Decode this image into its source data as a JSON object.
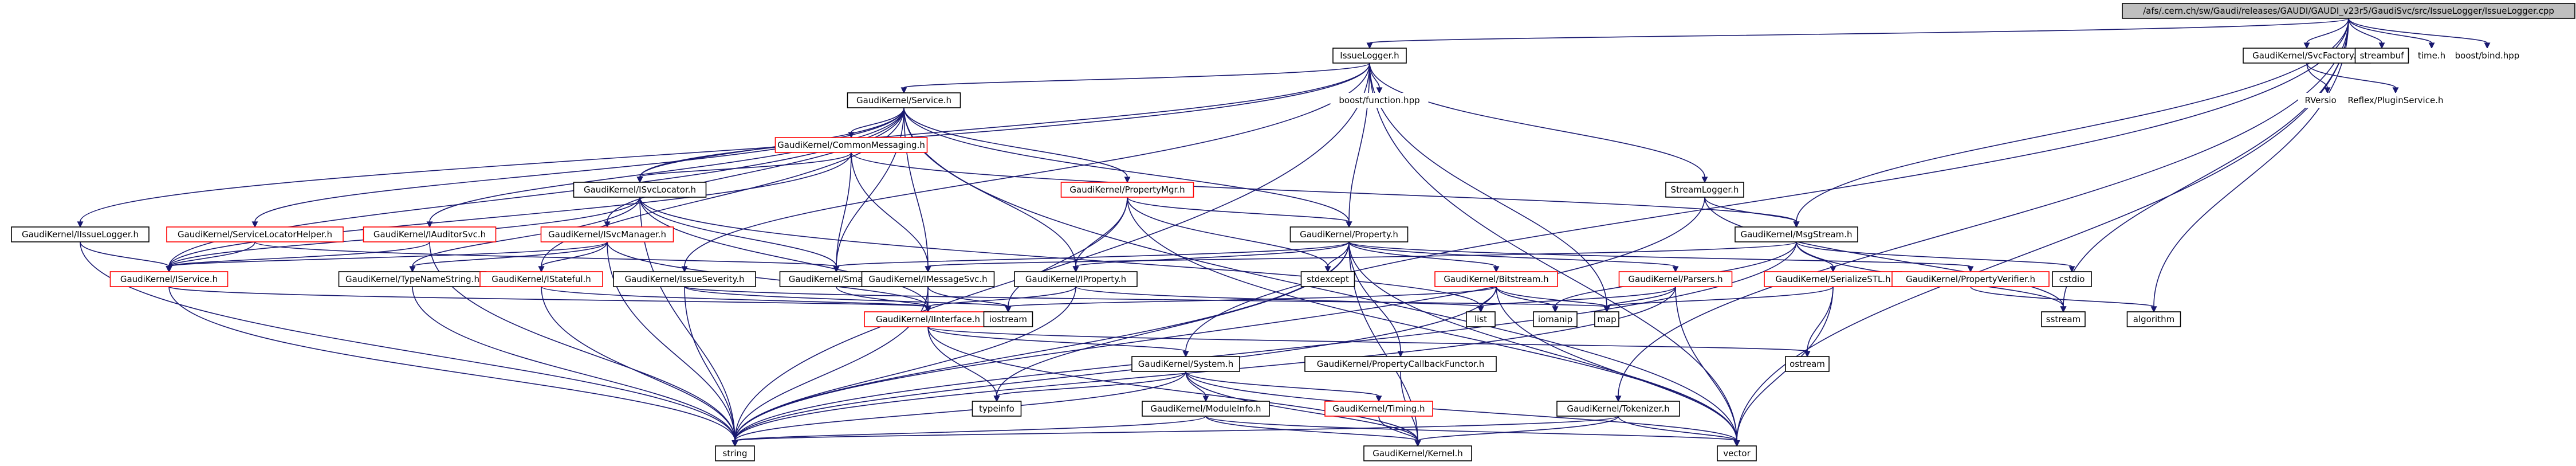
{
  "graph": {
    "type": "include-dependency-graph",
    "colors": {
      "edge": "#191970",
      "node_border": "#000000",
      "node_border_missing": "#ff0000",
      "root_fill": "#bfbfbf"
    },
    "nodes": [
      {
        "id": "root",
        "label": "/afs/.cern.ch/sw/Gaudi/releases/GAUDI/GAUDI_v23r5/GaudiSvc/src/IssueLogger/IssueLogger.cpp",
        "style": "root"
      },
      {
        "id": "issuelogger_h",
        "label": "IssueLogger.h",
        "style": "normal"
      },
      {
        "id": "svcfactory_h",
        "label": "GaudiKernel/SvcFactory.h",
        "style": "normal"
      },
      {
        "id": "streambuf",
        "label": "streambuf",
        "style": "normal"
      },
      {
        "id": "time_h",
        "label": "time.h",
        "style": "noborder"
      },
      {
        "id": "boost_bind",
        "label": "boost/bind.hpp",
        "style": "noborder"
      },
      {
        "id": "service_h",
        "label": "GaudiKernel/Service.h",
        "style": "normal"
      },
      {
        "id": "boost_function",
        "label": "boost/function.hpp",
        "style": "noborder"
      },
      {
        "id": "rversion",
        "label": "RVersion.h",
        "style": "noborder"
      },
      {
        "id": "pluginservice",
        "label": "Reflex/PluginService.h",
        "style": "noborder"
      },
      {
        "id": "commonmessaging",
        "label": "GaudiKernel/CommonMessaging.h",
        "style": "red"
      },
      {
        "id": "isvclocator",
        "label": "GaudiKernel/ISvcLocator.h",
        "style": "normal"
      },
      {
        "id": "propertymgr",
        "label": "GaudiKernel/PropertyMgr.h",
        "style": "red"
      },
      {
        "id": "streamlogger",
        "label": "StreamLogger.h",
        "style": "normal"
      },
      {
        "id": "iissuelogger",
        "label": "GaudiKernel/IIssueLogger.h",
        "style": "normal"
      },
      {
        "id": "iservicelocatorhelper",
        "label": "GaudiKernel/ServiceLocatorHelper.h",
        "style": "red"
      },
      {
        "id": "iauditorsvc",
        "label": "GaudiKernel/IAuditorSvc.h",
        "style": "red"
      },
      {
        "id": "isvcmanager",
        "label": "GaudiKernel/ISvcManager.h",
        "style": "red"
      },
      {
        "id": "property_h",
        "label": "GaudiKernel/Property.h",
        "style": "normal"
      },
      {
        "id": "msgstream",
        "label": "GaudiKernel/MsgStream.h",
        "style": "normal"
      },
      {
        "id": "iservice",
        "label": "GaudiKernel/IService.h",
        "style": "red"
      },
      {
        "id": "smartif",
        "label": "GaudiKernel/SmartIF.h",
        "style": "normal"
      },
      {
        "id": "typenamestring",
        "label": "GaudiKernel/TypeNameString.h",
        "style": "normal"
      },
      {
        "id": "istateful",
        "label": "GaudiKernel/IStateful.h",
        "style": "red"
      },
      {
        "id": "issueseverity",
        "label": "GaudiKernel/IssueSeverity.h",
        "style": "normal"
      },
      {
        "id": "imessagesvc",
        "label": "GaudiKernel/IMessageSvc.h",
        "style": "normal"
      },
      {
        "id": "iproperty",
        "label": "GaudiKernel/IProperty.h",
        "style": "normal"
      },
      {
        "id": "stdexcept",
        "label": "stdexcept",
        "style": "normal"
      },
      {
        "id": "bitstream",
        "label": "GaudiKernel/Bitstream.h",
        "style": "red"
      },
      {
        "id": "parsers",
        "label": "GaudiKernel/Parsers.h",
        "style": "red"
      },
      {
        "id": "serializestl",
        "label": "GaudiKernel/SerializeSTL.h",
        "style": "red"
      },
      {
        "id": "propertyverifier",
        "label": "GaudiKernel/PropertyVerifier.h",
        "style": "red"
      },
      {
        "id": "cstdio",
        "label": "cstdio",
        "style": "normal"
      },
      {
        "id": "iinterface",
        "label": "GaudiKernel/IInterface.h",
        "style": "red"
      },
      {
        "id": "iostream",
        "label": "iostream",
        "style": "normal"
      },
      {
        "id": "list",
        "label": "list",
        "style": "normal"
      },
      {
        "id": "iomanip",
        "label": "iomanip",
        "style": "normal"
      },
      {
        "id": "map",
        "label": "map",
        "style": "normal"
      },
      {
        "id": "sstream",
        "label": "sstream",
        "style": "normal"
      },
      {
        "id": "algorithm",
        "label": "algorithm",
        "style": "normal"
      },
      {
        "id": "propertycallback",
        "label": "GaudiKernel/PropertyCallbackFunctor.h",
        "style": "normal"
      },
      {
        "id": "ostream",
        "label": "ostream",
        "style": "normal"
      },
      {
        "id": "system_h",
        "label": "GaudiKernel/System.h",
        "style": "normal"
      },
      {
        "id": "typeinfo",
        "label": "typeinfo",
        "style": "normal"
      },
      {
        "id": "moduleinfo",
        "label": "GaudiKernel/ModuleInfo.h",
        "style": "normal"
      },
      {
        "id": "timing",
        "label": "GaudiKernel/Timing.h",
        "style": "red"
      },
      {
        "id": "tokenizer",
        "label": "GaudiKernel/Tokenizer.h",
        "style": "normal"
      },
      {
        "id": "string",
        "label": "string",
        "style": "normal"
      },
      {
        "id": "kernel_h",
        "label": "GaudiKernel/Kernel.h",
        "style": "normal"
      },
      {
        "id": "vector",
        "label": "vector",
        "style": "normal"
      }
    ],
    "edges": [
      [
        "root",
        "issuelogger_h"
      ],
      [
        "root",
        "svcfactory_h"
      ],
      [
        "root",
        "streambuf"
      ],
      [
        "root",
        "time_h"
      ],
      [
        "root",
        "boost_bind"
      ],
      [
        "root",
        "msgstream"
      ],
      [
        "root",
        "system_h"
      ],
      [
        "root",
        "algorithm"
      ],
      [
        "root",
        "sstream"
      ],
      [
        "root",
        "vector"
      ],
      [
        "root",
        "tokenizer"
      ],
      [
        "issuelogger_h",
        "service_h"
      ],
      [
        "issuelogger_h",
        "boost_function"
      ],
      [
        "issuelogger_h",
        "streamlogger"
      ],
      [
        "issuelogger_h",
        "iissuelogger"
      ],
      [
        "issuelogger_h",
        "isvclocator"
      ],
      [
        "issuelogger_h",
        "property_h"
      ],
      [
        "issuelogger_h",
        "map"
      ],
      [
        "issuelogger_h",
        "string"
      ],
      [
        "issuelogger_h",
        "issueseverity"
      ],
      [
        "issuelogger_h",
        "vector"
      ],
      [
        "svcfactory_h",
        "rversion"
      ],
      [
        "svcfactory_h",
        "pluginservice"
      ],
      [
        "service_h",
        "commonmessaging"
      ],
      [
        "service_h",
        "isvclocator"
      ],
      [
        "service_h",
        "propertymgr"
      ],
      [
        "service_h",
        "iservicelocatorhelper"
      ],
      [
        "service_h",
        "iauditorsvc"
      ],
      [
        "service_h",
        "isvcmanager"
      ],
      [
        "service_h",
        "property_h"
      ],
      [
        "service_h",
        "iservice"
      ],
      [
        "service_h",
        "smartif"
      ],
      [
        "service_h",
        "istateful"
      ],
      [
        "service_h",
        "imessagesvc"
      ],
      [
        "service_h",
        "iproperty"
      ],
      [
        "service_h",
        "vector"
      ],
      [
        "commonmessaging",
        "msgstream"
      ],
      [
        "commonmessaging",
        "imessagesvc"
      ],
      [
        "commonmessaging",
        "isvclocator"
      ],
      [
        "commonmessaging",
        "smartif"
      ],
      [
        "commonmessaging",
        "iservice"
      ],
      [
        "isvclocator",
        "iinterface"
      ],
      [
        "isvclocator",
        "smartif"
      ],
      [
        "isvclocator",
        "iservice"
      ],
      [
        "isvclocator",
        "list"
      ],
      [
        "isvclocator",
        "string"
      ],
      [
        "isvclocator",
        "typenamestring"
      ],
      [
        "propertymgr",
        "property_h"
      ],
      [
        "propertymgr",
        "iproperty"
      ],
      [
        "propertymgr",
        "stdexcept"
      ],
      [
        "propertymgr",
        "iostream"
      ],
      [
        "propertymgr",
        "vector"
      ],
      [
        "streamlogger",
        "msgstream"
      ],
      [
        "streamlogger",
        "sstream"
      ],
      [
        "streamlogger",
        "string"
      ],
      [
        "iissuelogger",
        "iservice"
      ],
      [
        "iissuelogger",
        "string"
      ],
      [
        "iservicelocatorhelper",
        "iservice"
      ],
      [
        "iservicelocatorhelper",
        "smartif"
      ],
      [
        "iauditorsvc",
        "iservice"
      ],
      [
        "iauditorsvc",
        "string"
      ],
      [
        "isvcmanager",
        "iservice"
      ],
      [
        "isvcmanager",
        "istateful"
      ],
      [
        "isvcmanager",
        "iinterface"
      ],
      [
        "isvcmanager",
        "typenamestring"
      ],
      [
        "isvcmanager",
        "string"
      ],
      [
        "property_h",
        "smartif"
      ],
      [
        "property_h",
        "stdexcept"
      ],
      [
        "property_h",
        "bitstream"
      ],
      [
        "property_h",
        "parsers"
      ],
      [
        "property_h",
        "propertyverifier"
      ],
      [
        "property_h",
        "propertycallback"
      ],
      [
        "property_h",
        "iproperty"
      ],
      [
        "property_h",
        "kernel_h"
      ],
      [
        "property_h",
        "string"
      ],
      [
        "property_h",
        "typeinfo"
      ],
      [
        "property_h",
        "vector"
      ],
      [
        "msgstream",
        "imessagesvc"
      ],
      [
        "msgstream",
        "serializestl"
      ],
      [
        "msgstream",
        "cstdio"
      ],
      [
        "msgstream",
        "iomanip"
      ],
      [
        "msgstream",
        "sstream"
      ],
      [
        "msgstream",
        "string"
      ],
      [
        "iservice",
        "iinterface"
      ],
      [
        "iservice",
        "string"
      ],
      [
        "smartif",
        "iinterface"
      ],
      [
        "typenamestring",
        "string"
      ],
      [
        "istateful",
        "iinterface"
      ],
      [
        "istateful",
        "string"
      ],
      [
        "issueseverity",
        "string"
      ],
      [
        "issueseverity",
        "map"
      ],
      [
        "issueseverity",
        "iostream"
      ],
      [
        "imessagesvc",
        "iinterface"
      ],
      [
        "imessagesvc",
        "string"
      ],
      [
        "imessagesvc",
        "iostream"
      ],
      [
        "iproperty",
        "iinterface"
      ],
      [
        "iproperty",
        "list"
      ],
      [
        "iproperty",
        "string"
      ],
      [
        "bitstream",
        "list"
      ],
      [
        "bitstream",
        "map"
      ],
      [
        "bitstream",
        "iomanip"
      ],
      [
        "bitstream",
        "string"
      ],
      [
        "bitstream",
        "vector"
      ],
      [
        "bitstream",
        "iostream"
      ],
      [
        "parsers",
        "map"
      ],
      [
        "parsers",
        "vector"
      ],
      [
        "parsers",
        "string"
      ],
      [
        "parsers",
        "list"
      ],
      [
        "serializestl",
        "ostream"
      ],
      [
        "serializestl",
        "vector"
      ],
      [
        "serializestl",
        "map"
      ],
      [
        "propertyverifier",
        "algorithm"
      ],
      [
        "iinterface",
        "system_h"
      ],
      [
        "iinterface",
        "ostream"
      ],
      [
        "iinterface",
        "kernel_h"
      ],
      [
        "iinterface",
        "typeinfo"
      ],
      [
        "propertycallback",
        "kernel_h"
      ],
      [
        "system_h",
        "typeinfo"
      ],
      [
        "system_h",
        "moduleinfo"
      ],
      [
        "system_h",
        "timing"
      ],
      [
        "system_h",
        "kernel_h"
      ],
      [
        "system_h",
        "string"
      ],
      [
        "system_h",
        "vector"
      ],
      [
        "moduleinfo",
        "kernel_h"
      ],
      [
        "moduleinfo",
        "string"
      ],
      [
        "moduleinfo",
        "vector"
      ],
      [
        "timing",
        "kernel_h"
      ],
      [
        "tokenizer",
        "kernel_h"
      ],
      [
        "tokenizer",
        "string"
      ],
      [
        "tokenizer",
        "vector"
      ]
    ]
  }
}
